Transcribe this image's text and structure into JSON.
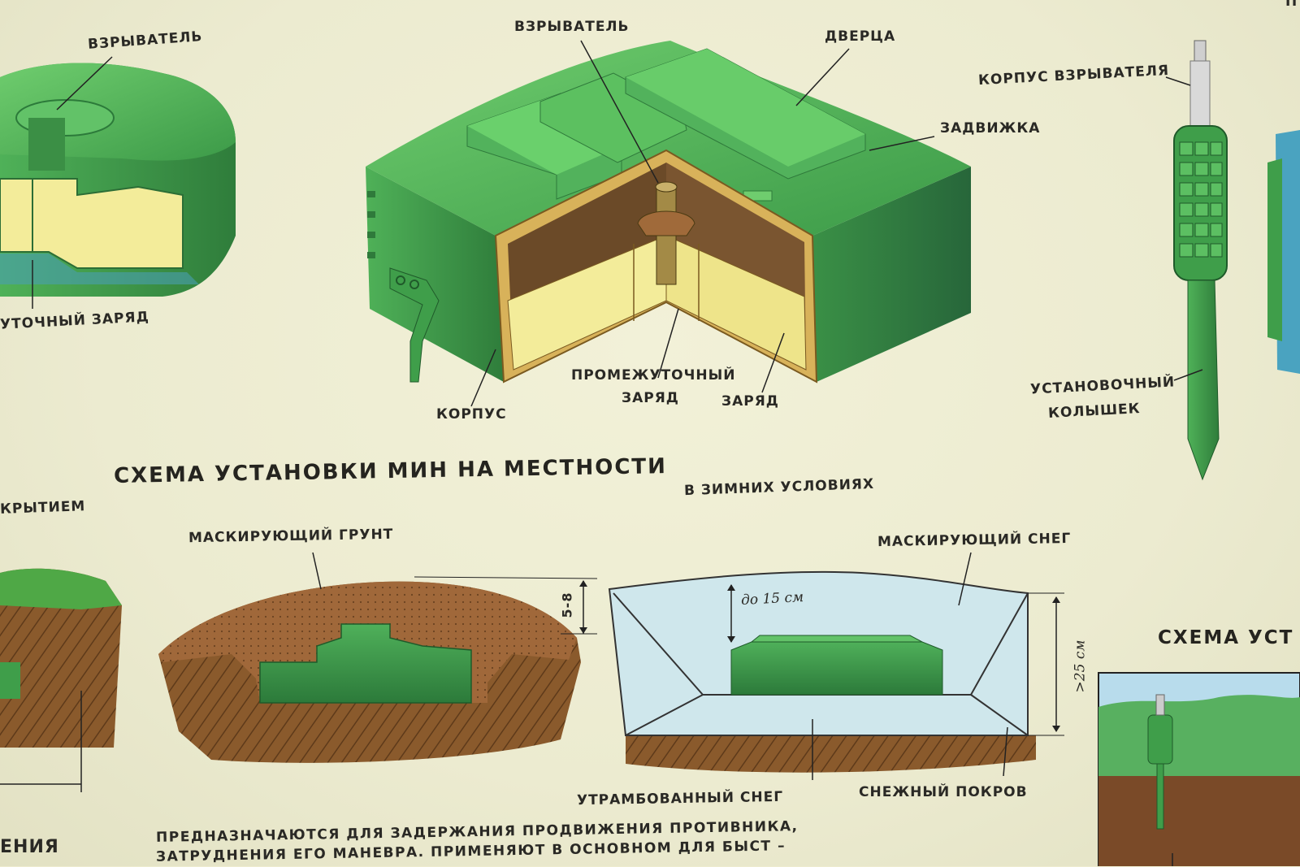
{
  "labels": {
    "fuze_left": "ВЗРЫВАТЕЛЬ",
    "booster_left": "УТОЧНЫЙ ЗАРЯД",
    "fuze_center": "ВЗРЫВАТЕЛЬ",
    "door": "ДВЕРЦА",
    "latch": "ЗАДВИЖКА",
    "body": "КОРПУС",
    "booster_center_1": "ПРОМЕЖУТОЧНЫЙ",
    "booster_center_2": "ЗАРЯД",
    "charge": "ЗАРЯД",
    "fuze_housing": "КОРПУС ВЗРЫВАТЕЛЯ",
    "stake_1": "УСТАНОВОЧНЫЙ",
    "stake_2": "КОЛЫШЕК",
    "top_right_fragment": "П",
    "cover_fragment": "КРЫТИЕМ",
    "masking_soil": "МАСКИРУЮЩИЙ ГРУНТ",
    "winter_conditions": "В ЗИМНИХ УСЛОВИЯХ",
    "masking_snow": "МАСКИРУЮЩИЙ СНЕГ",
    "packed_snow": "УТРАМБОВАННЫЙ СНЕГ",
    "snow_cover": "СНЕЖНЫЙ ПОКРОВ",
    "depth_soil": "5-8",
    "depth_snow": "до 15 см",
    "snow_height": ">25 см",
    "bottom_left_fragment": "ЕНИЯ"
  },
  "titles": {
    "main": "СХЕМА УСТАНОВКИ МИН НА МЕСТНОСТИ",
    "right_fragment": "СХЕМА УСТ"
  },
  "paragraph": {
    "line1": "ПРЕДНАЗНАЧАЮТСЯ ДЛЯ ЗАДЕРЖАНИЯ ПРОДВИЖЕНИЯ ПРОТИВНИКА,",
    "line2": "ЗАТРУДНЕНИЯ ЕГО МАНЕВРА. ПРИМЕНЯЮТ В ОСНОВНОМ ДЛЯ БЫСТ –"
  },
  "colors": {
    "paper": "#eeeccf",
    "mine_green": "#3f9e4a",
    "mine_green_light": "#6cc66a",
    "mine_green_dark": "#2a6e36",
    "explosive_yellow": "#f3ec9a",
    "wood_tan": "#d8b25a",
    "soil_brown": "#8b5a2b",
    "snow_blue": "#cfe7ec",
    "grass_green": "#58b060"
  }
}
